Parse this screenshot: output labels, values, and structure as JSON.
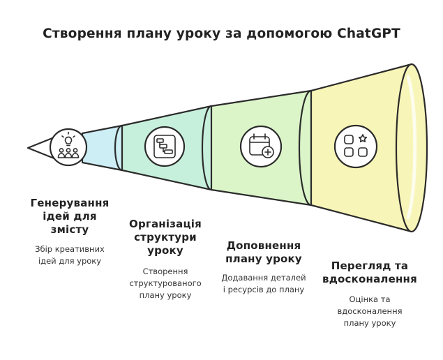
{
  "title": "Створення плану уроку за допомогою ChatGPT",
  "colors": {
    "stroke": "#2b2b2b",
    "stage1": "#cdeef5",
    "stage2": "#c7f0dc",
    "stage3": "#dbf5c9",
    "stage4": "#f8f5b8",
    "icon_bg": "#ffffff"
  },
  "stages": [
    {
      "title_lines": [
        "Генерування",
        "ідей для",
        "змісту"
      ],
      "desc_lines": [
        "Збір креативних",
        "ідей для уроку"
      ],
      "icon": "lightbulb-team-icon"
    },
    {
      "title_lines": [
        "Організація",
        "структури",
        "уроку"
      ],
      "desc_lines": [
        "Створення",
        "структурованого",
        "плану уроку"
      ],
      "icon": "structure-chart-icon"
    },
    {
      "title_lines": [
        "Доповнення",
        "плану уроку"
      ],
      "desc_lines": [
        "Додавання деталей",
        "і ресурсів до плану"
      ],
      "icon": "calendar-add-icon"
    },
    {
      "title_lines": [
        "Перегляд та",
        "вдосконалення"
      ],
      "desc_lines": [
        "Оцінка та",
        "вдосконалення",
        "плану уроку"
      ],
      "icon": "shapes-grid-icon"
    }
  ]
}
